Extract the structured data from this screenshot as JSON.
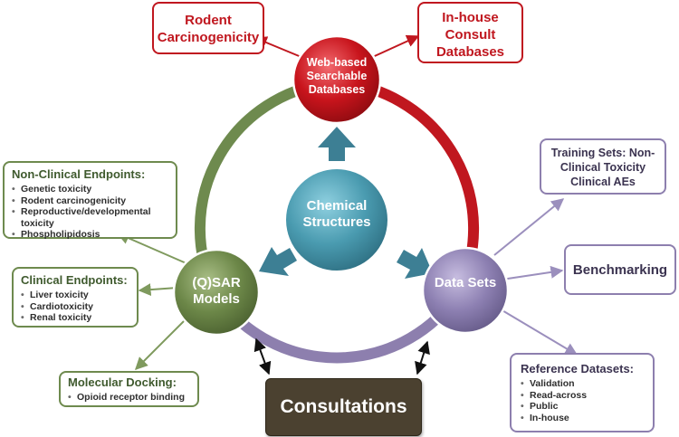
{
  "hub": {
    "center": "Chemical Structures"
  },
  "nodes": {
    "databases": "Web-based Searchable Databases",
    "qsar": "(Q)SAR Models",
    "datasets": "Data Sets"
  },
  "red_boxes": {
    "rodent": "Rodent Carcinogenicity",
    "inhouse": "In-house Consult Databases"
  },
  "nonclinical": {
    "title": "Non-Clinical Endpoints:",
    "items": [
      "Genetic toxicity",
      "Rodent carcinogenicity",
      "Reproductive/developmental toxicity",
      "Phospholipidosis"
    ]
  },
  "clinical": {
    "title": "Clinical Endpoints:",
    "items": [
      "Liver toxicity",
      "Cardiotoxicity",
      "Renal toxicity"
    ]
  },
  "docking": {
    "title": "Molecular Docking:",
    "items": [
      "Opioid receptor binding"
    ]
  },
  "training": {
    "text": "Training Sets: Non-Clinical Toxicity Clinical AEs"
  },
  "benchmarking": {
    "text": "Benchmarking"
  },
  "reference": {
    "title": "Reference Datasets:",
    "items": [
      "Validation",
      "Read-across",
      "Public",
      "In-house"
    ]
  },
  "consultations": "Consultations",
  "colors": {
    "red": "#c0171f",
    "green": "#6e8a4e",
    "purple": "#8d7fae",
    "teal": "#3f8ea3",
    "brown": "#4b4130"
  }
}
